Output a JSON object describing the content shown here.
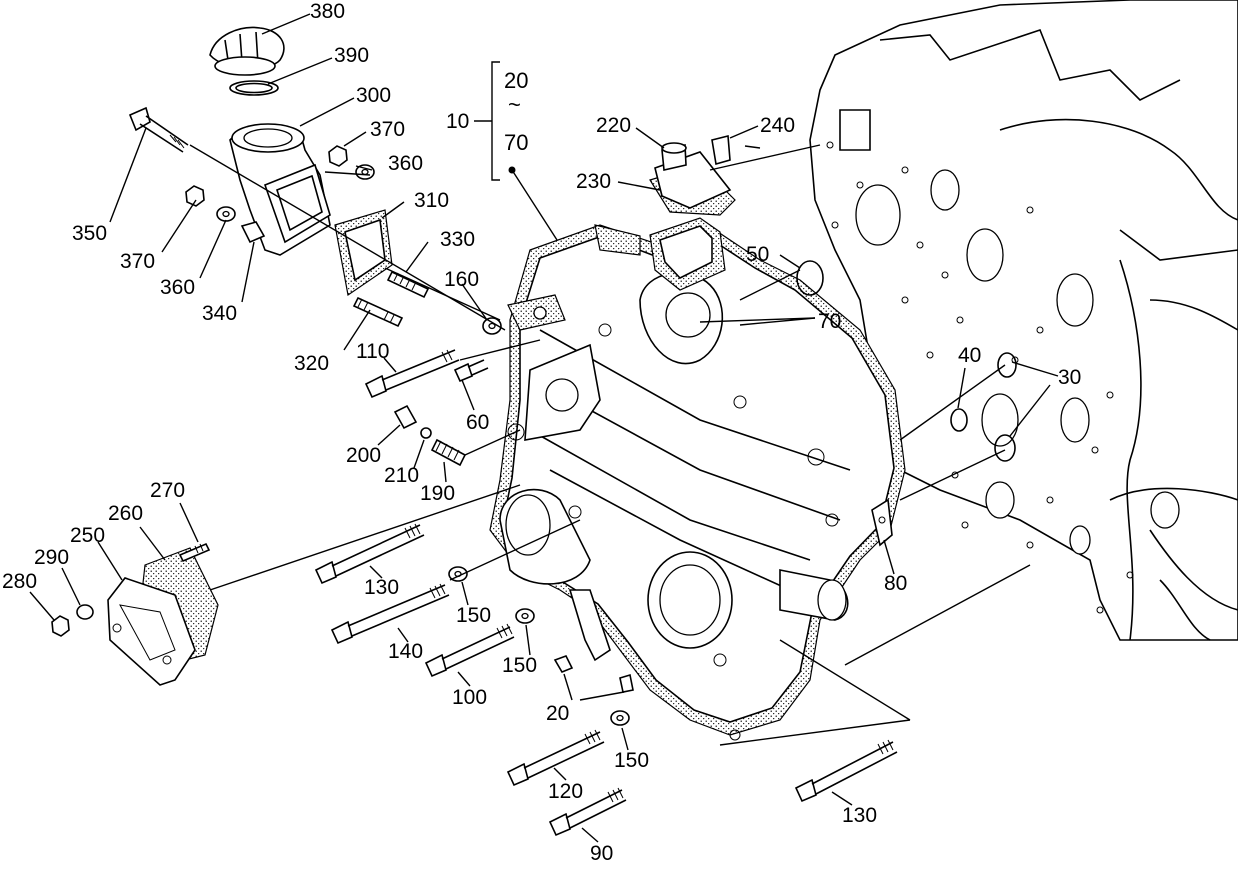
{
  "diagram": {
    "callouts": [
      {
        "id": "380",
        "text": "380"
      },
      {
        "id": "390",
        "text": "390"
      },
      {
        "id": "300",
        "text": "300"
      },
      {
        "id": "370a",
        "text": "370"
      },
      {
        "id": "360a",
        "text": "360"
      },
      {
        "id": "350",
        "text": "350"
      },
      {
        "id": "370b",
        "text": "370"
      },
      {
        "id": "360b",
        "text": "360"
      },
      {
        "id": "340",
        "text": "340"
      },
      {
        "id": "310",
        "text": "310"
      },
      {
        "id": "330",
        "text": "330"
      },
      {
        "id": "320",
        "text": "320"
      },
      {
        "id": "160",
        "text": "160"
      },
      {
        "id": "110",
        "text": "110"
      },
      {
        "id": "60",
        "text": "60"
      },
      {
        "id": "200",
        "text": "200"
      },
      {
        "id": "210",
        "text": "210"
      },
      {
        "id": "190",
        "text": "190"
      },
      {
        "id": "10",
        "text": "10"
      },
      {
        "id": "20top",
        "text": "20"
      },
      {
        "id": "70top",
        "text": "70"
      },
      {
        "id": "220",
        "text": "220"
      },
      {
        "id": "240",
        "text": "240"
      },
      {
        "id": "230",
        "text": "230"
      },
      {
        "id": "50",
        "text": "50"
      },
      {
        "id": "70mid",
        "text": "70"
      },
      {
        "id": "40",
        "text": "40"
      },
      {
        "id": "30",
        "text": "30"
      },
      {
        "id": "80",
        "text": "80"
      },
      {
        "id": "270",
        "text": "270"
      },
      {
        "id": "260",
        "text": "260"
      },
      {
        "id": "250",
        "text": "250"
      },
      {
        "id": "290",
        "text": "290"
      },
      {
        "id": "280",
        "text": "280"
      },
      {
        "id": "130a",
        "text": "130"
      },
      {
        "id": "150a",
        "text": "150"
      },
      {
        "id": "140",
        "text": "140"
      },
      {
        "id": "150b",
        "text": "150"
      },
      {
        "id": "100",
        "text": "100"
      },
      {
        "id": "20bot",
        "text": "20"
      },
      {
        "id": "150c",
        "text": "150"
      },
      {
        "id": "120",
        "text": "120"
      },
      {
        "id": "90",
        "text": "90"
      },
      {
        "id": "130b",
        "text": "130"
      }
    ],
    "range_symbol": "~"
  }
}
